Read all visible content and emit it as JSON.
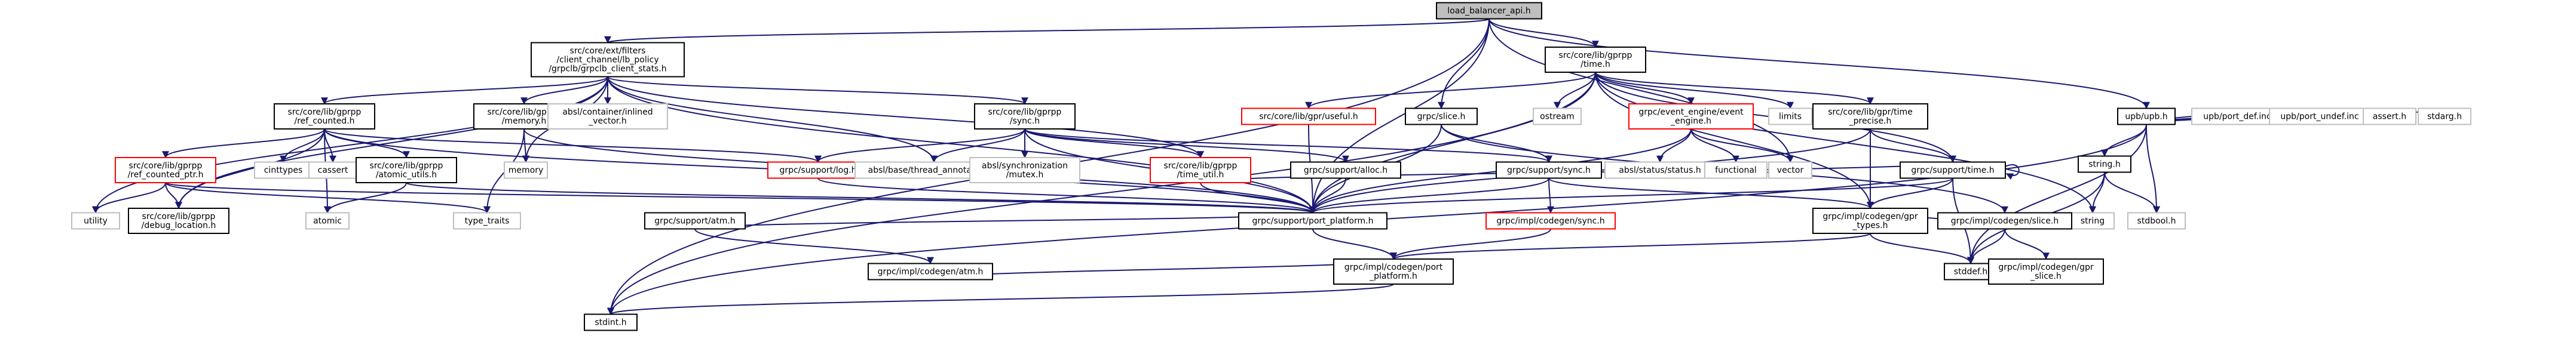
{
  "colors": {
    "edge": "#191970",
    "box_default": "#000000",
    "box_red": "#ff0000",
    "box_gray": "#bfbfbf",
    "root_fill": "#bfbfbf"
  },
  "nodes": [
    {
      "id": "root",
      "lines": [
        "load_balancer_api.h"
      ],
      "style": "root"
    },
    {
      "id": "lbstats",
      "lines": [
        "src/core/ext/filters",
        "/client_channel/lb_policy",
        "/grpclb/grpclb_client_stats.h"
      ],
      "style": "box"
    },
    {
      "id": "time",
      "lines": [
        "src/core/lib/gprpp",
        "/time.h"
      ],
      "style": "box"
    },
    {
      "id": "slice",
      "lines": [
        "grpc/slice.h"
      ],
      "style": "box"
    },
    {
      "id": "upb",
      "lines": [
        "upb/upb.h"
      ],
      "style": "box"
    },
    {
      "id": "refcounted",
      "lines": [
        "src/core/lib/gprpp",
        "/ref_counted.h"
      ],
      "style": "box"
    },
    {
      "id": "memory",
      "lines": [
        "src/core/lib/gprpp",
        "/memory.h"
      ],
      "style": "box"
    },
    {
      "id": "inlined",
      "lines": [
        "absl/container/inlined",
        "_vector.h"
      ],
      "style": "plain"
    },
    {
      "id": "sync",
      "lines": [
        "src/core/lib/gprpp",
        "/sync.h"
      ],
      "style": "box"
    },
    {
      "id": "useful",
      "lines": [
        "src/core/lib/gpr/useful.h"
      ],
      "style": "red"
    },
    {
      "id": "ostream",
      "lines": [
        "ostream"
      ],
      "style": "plain"
    },
    {
      "id": "eventengine",
      "lines": [
        "grpc/event_engine/event",
        "_engine.h"
      ],
      "style": "red"
    },
    {
      "id": "limits",
      "lines": [
        "limits"
      ],
      "style": "plain"
    },
    {
      "id": "timeprecise",
      "lines": [
        "src/core/lib/gpr/time",
        "_precise.h"
      ],
      "style": "box"
    },
    {
      "id": "string_h",
      "lines": [
        "string.h"
      ],
      "style": "box"
    },
    {
      "id": "portdef",
      "lines": [
        "upb/port_def.inc"
      ],
      "style": "plain"
    },
    {
      "id": "portundef",
      "lines": [
        "upb/port_undef.inc"
      ],
      "style": "plain"
    },
    {
      "id": "assert",
      "lines": [
        "assert.h"
      ],
      "style": "plain"
    },
    {
      "id": "stdarg",
      "lines": [
        "stdarg.h"
      ],
      "style": "plain"
    },
    {
      "id": "refcountedptr",
      "lines": [
        "src/core/lib/gprpp",
        "/ref_counted_ptr.h"
      ],
      "style": "red"
    },
    {
      "id": "cinttypes",
      "lines": [
        "cinttypes"
      ],
      "style": "plain"
    },
    {
      "id": "cassert",
      "lines": [
        "cassert"
      ],
      "style": "plain"
    },
    {
      "id": "atomicutils",
      "lines": [
        "src/core/lib/gprpp",
        "/atomic_utils.h"
      ],
      "style": "box"
    },
    {
      "id": "memorystd",
      "lines": [
        "memory"
      ],
      "style": "plain"
    },
    {
      "id": "log",
      "lines": [
        "grpc/support/log.h"
      ],
      "style": "red"
    },
    {
      "id": "threadann",
      "lines": [
        "absl/base/thread_annotations.h"
      ],
      "style": "plain"
    },
    {
      "id": "mutex",
      "lines": [
        "absl/synchronization",
        "/mutex.h"
      ],
      "style": "plain"
    },
    {
      "id": "timeutil",
      "lines": [
        "src/core/lib/gprpp",
        "/time_util.h"
      ],
      "style": "red"
    },
    {
      "id": "alloc",
      "lines": [
        "grpc/support/alloc.h"
      ],
      "style": "box"
    },
    {
      "id": "supportsync",
      "lines": [
        "grpc/support/sync.h"
      ],
      "style": "box"
    },
    {
      "id": "status",
      "lines": [
        "absl/status/status.h"
      ],
      "style": "plain"
    },
    {
      "id": "functional",
      "lines": [
        "functional"
      ],
      "style": "plain"
    },
    {
      "id": "vector",
      "lines": [
        "vector"
      ],
      "style": "plain"
    },
    {
      "id": "supporttime",
      "lines": [
        "grpc/support/time.h"
      ],
      "style": "box"
    },
    {
      "id": "string",
      "lines": [
        "string"
      ],
      "style": "plain"
    },
    {
      "id": "stdbool",
      "lines": [
        "stdbool.h"
      ],
      "style": "plain"
    },
    {
      "id": "utility",
      "lines": [
        "utility"
      ],
      "style": "plain"
    },
    {
      "id": "debugloc",
      "lines": [
        "src/core/lib/gprpp",
        "/debug_location.h"
      ],
      "style": "box"
    },
    {
      "id": "atomic",
      "lines": [
        "atomic"
      ],
      "style": "plain"
    },
    {
      "id": "typetraits",
      "lines": [
        "type_traits"
      ],
      "style": "plain"
    },
    {
      "id": "atm",
      "lines": [
        "grpc/support/atm.h"
      ],
      "style": "box"
    },
    {
      "id": "portplatform",
      "lines": [
        "grpc/support/port_platform.h"
      ],
      "style": "box"
    },
    {
      "id": "implsync",
      "lines": [
        "grpc/impl/codegen/sync.h"
      ],
      "style": "red"
    },
    {
      "id": "gprtypes",
      "lines": [
        "grpc/impl/codegen/gpr",
        "_types.h"
      ],
      "style": "box"
    },
    {
      "id": "implslice",
      "lines": [
        "grpc/impl/codegen/slice.h"
      ],
      "style": "box"
    },
    {
      "id": "implatm",
      "lines": [
        "grpc/impl/codegen/atm.h"
      ],
      "style": "box"
    },
    {
      "id": "implport",
      "lines": [
        "grpc/impl/codegen/port",
        "_platform.h"
      ],
      "style": "box"
    },
    {
      "id": "stddef",
      "lines": [
        "stddef.h"
      ],
      "style": "box"
    },
    {
      "id": "gprslice",
      "lines": [
        "grpc/impl/codegen/gpr",
        "_slice.h"
      ],
      "style": "box"
    },
    {
      "id": "stdint",
      "lines": [
        "stdint.h"
      ],
      "style": "box"
    }
  ],
  "edges": [
    [
      "root",
      "lbstats"
    ],
    [
      "root",
      "time"
    ],
    [
      "root",
      "slice"
    ],
    [
      "root",
      "upb"
    ],
    [
      "root",
      "portplatform"
    ],
    [
      "root",
      "stdint"
    ],
    [
      "root",
      "vector"
    ],
    [
      "lbstats",
      "refcounted"
    ],
    [
      "lbstats",
      "memory"
    ],
    [
      "lbstats",
      "inlined"
    ],
    [
      "lbstats",
      "sync"
    ],
    [
      "lbstats",
      "threadann"
    ],
    [
      "lbstats",
      "portplatform"
    ],
    [
      "lbstats",
      "memorystd"
    ],
    [
      "lbstats",
      "debugloc"
    ],
    [
      "lbstats",
      "utility"
    ],
    [
      "lbstats",
      "timeutil"
    ],
    [
      "time",
      "useful"
    ],
    [
      "time",
      "ostream"
    ],
    [
      "time",
      "eventengine"
    ],
    [
      "time",
      "limits"
    ],
    [
      "time",
      "timeprecise"
    ],
    [
      "time",
      "supporttime"
    ],
    [
      "time",
      "portplatform"
    ],
    [
      "time",
      "stdint"
    ],
    [
      "time",
      "string"
    ],
    [
      "time",
      "gprtypes"
    ],
    [
      "slice",
      "supportsync"
    ],
    [
      "slice",
      "portplatform"
    ],
    [
      "slice",
      "implslice"
    ],
    [
      "upb",
      "string_h"
    ],
    [
      "upb",
      "portdef"
    ],
    [
      "upb",
      "portundef"
    ],
    [
      "upb",
      "assert"
    ],
    [
      "upb",
      "stdarg"
    ],
    [
      "upb",
      "stdbool"
    ],
    [
      "upb",
      "stddef"
    ],
    [
      "upb",
      "stdint"
    ],
    [
      "refcounted",
      "refcountedptr"
    ],
    [
      "refcounted",
      "cinttypes"
    ],
    [
      "refcounted",
      "cassert"
    ],
    [
      "refcounted",
      "atomicutils"
    ],
    [
      "refcounted",
      "atomic"
    ],
    [
      "refcounted",
      "debugloc"
    ],
    [
      "refcounted",
      "log"
    ],
    [
      "refcounted",
      "portplatform"
    ],
    [
      "refcountedptr",
      "utility"
    ],
    [
      "refcountedptr",
      "debugloc"
    ],
    [
      "refcountedptr",
      "typetraits"
    ],
    [
      "refcountedptr",
      "portplatform"
    ],
    [
      "memory",
      "memorystd"
    ],
    [
      "memory",
      "typetraits"
    ],
    [
      "memory",
      "portplatform"
    ],
    [
      "atomicutils",
      "atomic"
    ],
    [
      "atomicutils",
      "portplatform"
    ],
    [
      "sync",
      "log"
    ],
    [
      "sync",
      "threadann"
    ],
    [
      "sync",
      "mutex"
    ],
    [
      "sync",
      "timeutil"
    ],
    [
      "sync",
      "alloc"
    ],
    [
      "sync",
      "supportsync"
    ],
    [
      "sync",
      "portplatform"
    ],
    [
      "timeutil",
      "portplatform"
    ],
    [
      "timeutil",
      "supporttime"
    ],
    [
      "useful",
      "portplatform"
    ],
    [
      "eventengine",
      "status"
    ],
    [
      "eventengine",
      "functional"
    ],
    [
      "eventengine",
      "vector"
    ],
    [
      "eventengine",
      "portplatform"
    ],
    [
      "timeprecise",
      "supporttime"
    ],
    [
      "timeprecise",
      "gprtypes"
    ],
    [
      "timeprecise",
      "portplatform"
    ],
    [
      "alloc",
      "portplatform"
    ],
    [
      "supportsync",
      "implsync"
    ],
    [
      "supportsync",
      "portplatform"
    ],
    [
      "supportsync",
      "gprtypes"
    ],
    [
      "supporttime",
      "supporttime"
    ],
    [
      "supporttime",
      "gprtypes"
    ],
    [
      "supporttime",
      "portplatform"
    ],
    [
      "supporttime",
      "stddef"
    ],
    [
      "string_h",
      "string"
    ],
    [
      "string_h",
      "stdbool"
    ],
    [
      "string_h",
      "stddef"
    ],
    [
      "atm",
      "implatm"
    ],
    [
      "atm",
      "portplatform"
    ],
    [
      "log",
      "portplatform"
    ],
    [
      "implsync",
      "implport"
    ],
    [
      "gprtypes",
      "implport"
    ],
    [
      "gprtypes",
      "stddef"
    ],
    [
      "implslice",
      "gprtypes"
    ],
    [
      "implslice",
      "gprslice"
    ],
    [
      "implslice",
      "stddef"
    ],
    [
      "implatm",
      "implport"
    ],
    [
      "portplatform",
      "implport"
    ],
    [
      "implport",
      "stdint"
    ]
  ]
}
